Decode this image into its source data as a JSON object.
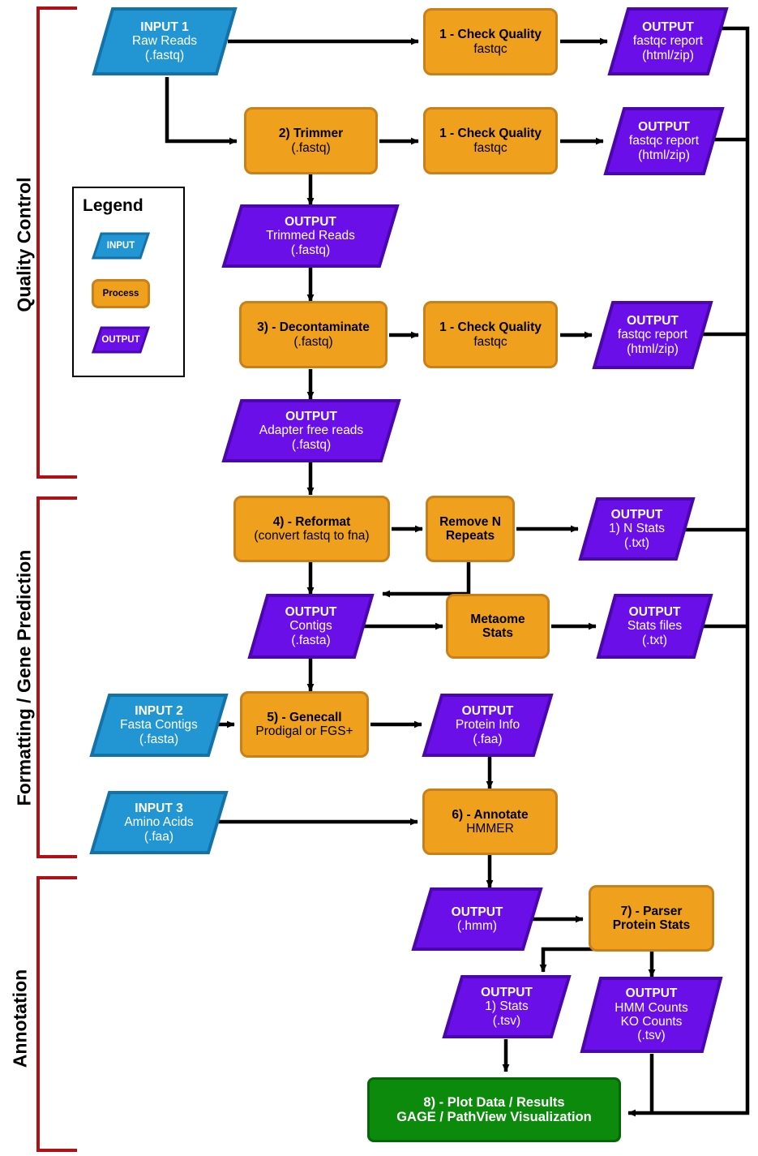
{
  "meta": {
    "title": "Metagenomics / Metatranscriptomics Analysis Pipeline Flowchart",
    "colors": {
      "input": "#2196D3",
      "input_border": "#1373A8",
      "process": "#EFA01C",
      "process_border": "#C8811A",
      "output": "#6B0FE8",
      "output_border": "#4A07AD",
      "final": "#0B8A0B",
      "final_border": "#046604",
      "bracket": "#B01117",
      "arrow": "#000000",
      "background": "#FFFFFF"
    }
  },
  "sections": [
    {
      "label": "Quality Control"
    },
    {
      "label": "Formatting / Gene Prediction"
    },
    {
      "label": "Annotation"
    }
  ],
  "legend": {
    "title": "Legend",
    "items": [
      {
        "label": "INPUT",
        "kind": "input"
      },
      {
        "label": "Process",
        "kind": "process"
      },
      {
        "label": "OUTPUT",
        "kind": "output"
      }
    ]
  },
  "nodes": {
    "input1": {
      "l1": "INPUT 1",
      "l2": "Raw Reads",
      "l3": "(.fastq)"
    },
    "qc1": {
      "l1": "1 - Check Quality",
      "l2": "fastqc",
      "l3": ""
    },
    "qc1_out": {
      "l1": "OUTPUT",
      "l2": "fastqc report",
      "l3": "(html/zip)"
    },
    "trimmer": {
      "l1": "2) Trimmer",
      "l2": "(.fastq)",
      "l3": ""
    },
    "qc2": {
      "l1": "1 - Check Quality",
      "l2": "fastqc",
      "l3": ""
    },
    "qc2_out": {
      "l1": "OUTPUT",
      "l2": "fastqc report",
      "l3": "(html/zip)"
    },
    "trimmed_out": {
      "l1": "OUTPUT",
      "l2": "Trimmed Reads",
      "l3": "(.fastq)"
    },
    "decontaminate": {
      "l1": "3) - Decontaminate",
      "l2": "(.fastq)",
      "l3": ""
    },
    "qc3": {
      "l1": "1 - Check Quality",
      "l2": "fastqc",
      "l3": ""
    },
    "qc3_out": {
      "l1": "OUTPUT",
      "l2": "fastqc report",
      "l3": "(html/zip)"
    },
    "adapter_out": {
      "l1": "OUTPUT",
      "l2": "Adapter free reads",
      "l3": "(.fastq)"
    },
    "reformat": {
      "l1": "4) - Reformat",
      "l2": "(convert fastq to fna)",
      "l3": ""
    },
    "remove_n": {
      "l1": "Remove N",
      "l2": "Repeats",
      "l3": ""
    },
    "nstats_out": {
      "l1": "OUTPUT",
      "l2": "1) N Stats",
      "l3": "(.txt)"
    },
    "contigs_out": {
      "l1": "OUTPUT",
      "l2": "Contigs",
      "l3": "(.fasta)"
    },
    "metaome": {
      "l1": "Metaome",
      "l2": "Stats",
      "l3": ""
    },
    "statsfiles_out": {
      "l1": "OUTPUT",
      "l2": "Stats files",
      "l3": "(.txt)"
    },
    "input2": {
      "l1": "INPUT 2",
      "l2": "Fasta Contigs",
      "l3": "(.fasta)"
    },
    "genecall": {
      "l1": "5) - Genecall",
      "l2": "Prodigal or FGS+",
      "l3": ""
    },
    "protein_out": {
      "l1": "OUTPUT",
      "l2": "Protein Info",
      "l3": "(.faa)"
    },
    "input3": {
      "l1": "INPUT 3",
      "l2": "Amino Acids",
      "l3": "(.faa)"
    },
    "annotate": {
      "l1": "6) - Annotate",
      "l2": "HMMER",
      "l3": ""
    },
    "hmm_out": {
      "l1": "OUTPUT",
      "l2": "(.hmm)",
      "l3": ""
    },
    "parser": {
      "l1": "7) - Parser",
      "l2": "Protein Stats",
      "l3": ""
    },
    "stats_out": {
      "l1": "OUTPUT",
      "l2": "1) Stats",
      "l3": "(.tsv)"
    },
    "counts_out": {
      "l1": "OUTPUT",
      "l2": "HMM Counts",
      "l3": "KO Counts",
      "l4": "(.tsv)"
    },
    "plot": {
      "l1": "8) - Plot Data / Results",
      "l2": "GAGE / PathView Visualization",
      "l3": ""
    }
  }
}
